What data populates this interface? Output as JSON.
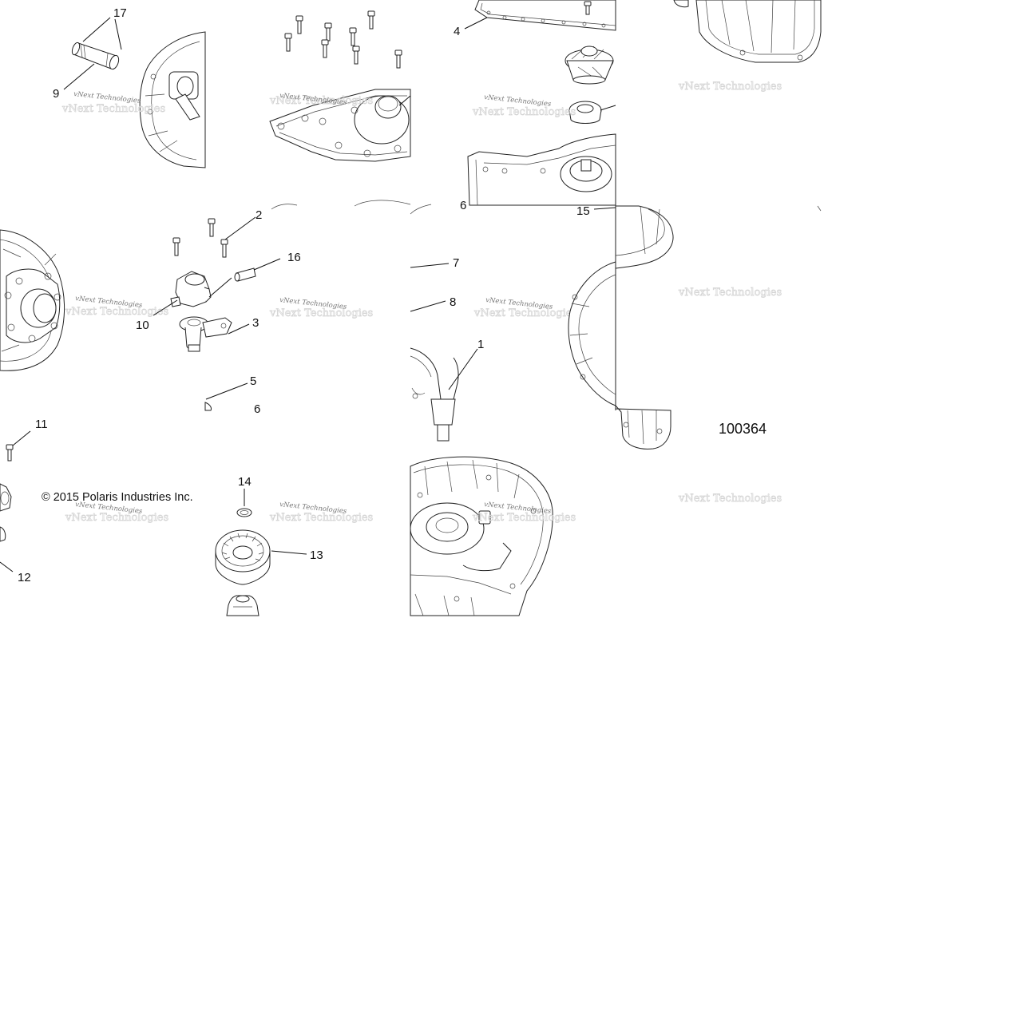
{
  "diagram": {
    "figure_number": "100364",
    "copyright": "© 2015 Polaris Industries Inc.",
    "watermark": "vNext Technologies",
    "callouts": {
      "c1": "1",
      "c2": "2",
      "c3": "3",
      "c4": "4",
      "c5": "5",
      "c6": "6",
      "c6b": "6",
      "c7": "7",
      "c8": "8",
      "c9": "9",
      "c10": "10",
      "c11": "11",
      "c12": "12",
      "c13": "13",
      "c14": "14",
      "c15": "15",
      "c16": "16",
      "c17": "17"
    }
  }
}
